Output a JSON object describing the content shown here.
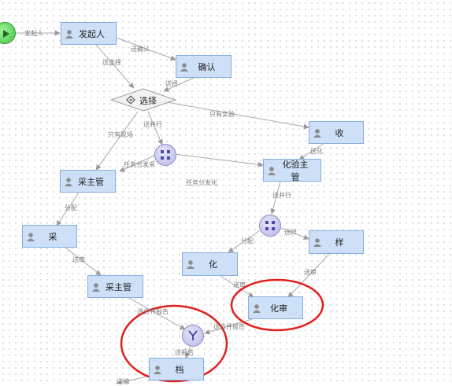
{
  "nodes": {
    "initiator": "发起人",
    "confirm": "确认",
    "collect_right": "收",
    "lab_supervisor": "化验主管",
    "sample_supervisor_a": "采主管",
    "sample": "采",
    "chem": "化",
    "specimen": "样",
    "sample_supervisor_b": "采主管",
    "chem_review": "化审",
    "archive": "档"
  },
  "decision": {
    "label": "选择"
  },
  "edges": {
    "start_to_initiator": "发起人",
    "to_confirm": "送确认",
    "to_choose_a": "送选择",
    "to_choose_b": "送择",
    "only_lab": "只有实验",
    "only_site": "只有现场",
    "to_parallel": "送并行",
    "to_lab": "送化",
    "task_dispatch_a": "任务分发采",
    "task_dispatch_b": "任务分发化",
    "to_parallel_b": "送并行",
    "dispatch_a": "分配",
    "dispatch_b": "分配",
    "send_specimen": "送样",
    "send_review_a": "送审",
    "send_review_b": "送审",
    "send_review_c": "送审",
    "merge_report_a": "送合并报告",
    "merge_report_b": "送合并报告",
    "send_report": "送报告",
    "send_archive": "送编"
  },
  "colors": {
    "node_fill": "#cde0f7",
    "node_border": "#86aede",
    "edge": "#a9a9a9",
    "highlight": "#e0201b",
    "start": "#3fc23f",
    "gateway": "#b7b7e6"
  }
}
